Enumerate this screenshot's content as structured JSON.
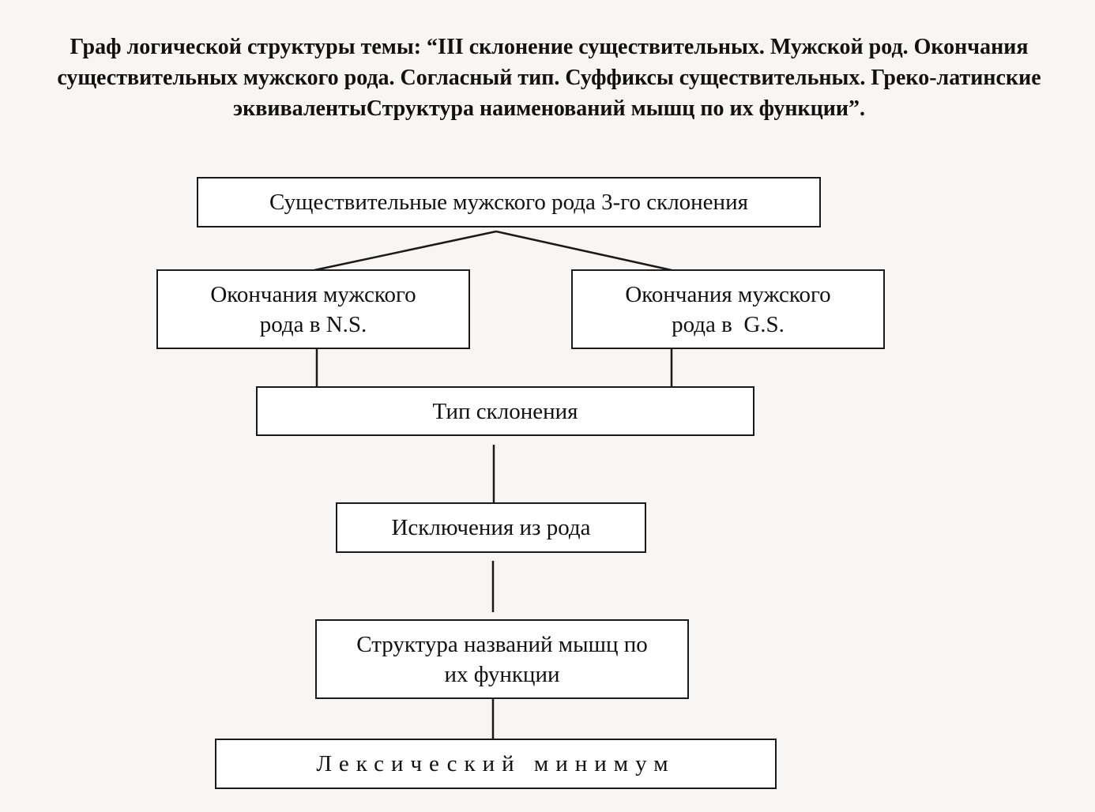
{
  "title": "Граф  логической структуры темы: “III  склонение существительных. Мужской род. Окончания существительных    мужского рода. Согласный тип. Суффиксы существительных. Греко-латинские эквивалентыСтруктура наименований мышц по их функции”.",
  "nodes": {
    "root": "Существительные мужского рода 3-го склонения",
    "endings_ns": {
      "line1": "Окончания мужского",
      "line2": "рода в N.S."
    },
    "endings_gs": {
      "line1": "Окончания мужского",
      "line2": "рода в  G.S."
    },
    "declension_type": "Тип склонения",
    "gender_exceptions": "Исключения из рода",
    "muscle_names": {
      "line1": "Структура названий мышц по",
      "line2": "их функции"
    },
    "lexical_minimum": "Лексический минимум"
  }
}
